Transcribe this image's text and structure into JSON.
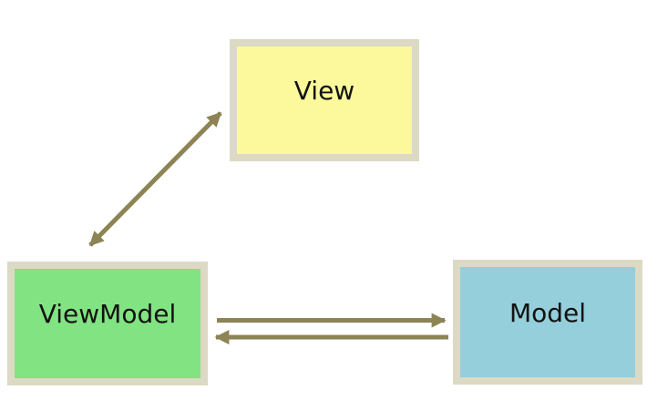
{
  "diagram": {
    "background_color": "#ffffff",
    "text_color": "#121212",
    "box_border_color": "#dcd9c5",
    "arrow_color": "#8c8454",
    "nodes": [
      {
        "id": "view",
        "label": "View",
        "fill": "#fbf99b"
      },
      {
        "id": "viewmodel",
        "label": "ViewModel",
        "fill": "#81e382"
      },
      {
        "id": "model",
        "label": "Model",
        "fill": "#94cfdb"
      }
    ],
    "connectors": [
      {
        "id": "viewmodel-view",
        "from": "ViewModel",
        "to": "View",
        "direction": "bidirectional"
      },
      {
        "id": "viewmodel-to-model",
        "from": "ViewModel",
        "to": "Model",
        "direction": "one-way"
      },
      {
        "id": "model-to-viewmodel",
        "from": "Model",
        "to": "ViewModel",
        "direction": "one-way"
      }
    ]
  }
}
